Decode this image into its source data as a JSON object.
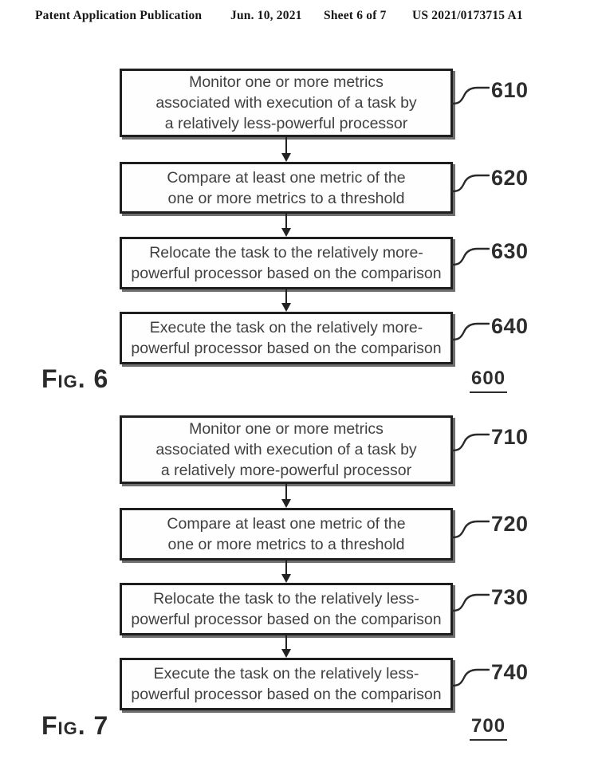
{
  "header": {
    "publication": "Patent Application Publication",
    "date": "Jun. 10, 2021",
    "sheet": "Sheet 6 of 7",
    "patent_number": "US 2021/0173715 A1"
  },
  "figures": [
    {
      "label": "Fig. 6",
      "number": "600",
      "steps": [
        {
          "ref": "610",
          "text": "Monitor one or more metrics\nassociated with execution of a task by\na relatively less-powerful processor"
        },
        {
          "ref": "620",
          "text": "Compare at least one metric of the\none or more metrics to a threshold"
        },
        {
          "ref": "630",
          "text": "Relocate the task to the relatively more-\npowerful processor based on the comparison"
        },
        {
          "ref": "640",
          "text": "Execute the task on the relatively more-\npowerful processor based on the comparison"
        }
      ]
    },
    {
      "label": "Fig. 7",
      "number": "700",
      "steps": [
        {
          "ref": "710",
          "text": "Monitor one or more metrics\nassociated with execution of a task by\na relatively more-powerful processor"
        },
        {
          "ref": "720",
          "text": "Compare at least one metric of the\none or more metrics to a threshold"
        },
        {
          "ref": "730",
          "text": "Relocate the task to the relatively less-\npowerful processor based on the comparison"
        },
        {
          "ref": "740",
          "text": "Execute the task on the relatively less-\npowerful processor based on the comparison"
        }
      ]
    }
  ],
  "colors": {
    "ink": "#1f1f1f",
    "body_text": "#404040",
    "shadow": "#6f6f6f"
  }
}
